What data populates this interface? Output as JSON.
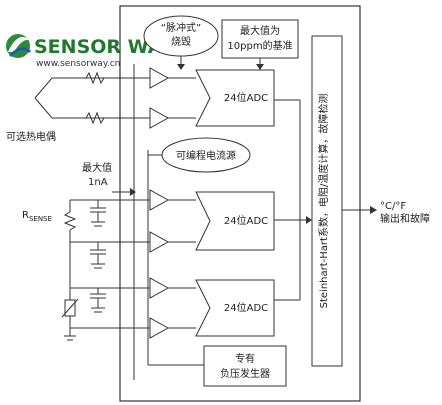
{
  "logo": {
    "brand": "SENSOR WAY",
    "url": "www.sensorway.cn",
    "colors": {
      "green": "#2e8b3a",
      "blue": "#1f5fa8"
    }
  },
  "labels": {
    "pulse_1": "“脉冲式”",
    "pulse_2": "烧毁",
    "ref_1": "最大值为",
    "ref_2": "10ppm的基准",
    "thermocouple": "可选热电偶",
    "current_source": "可编程电流源",
    "max_1": "最大值",
    "max_2": "1nA",
    "rsense": "R",
    "rsense_sub": "SENSE",
    "adc_1": "24位ADC",
    "adc_2": "24位ADC",
    "adc_3": "24位ADC",
    "processor": "Steinhart-Hart系数，电阻/温度计算，故障检测",
    "output_1": "°C/°F",
    "output_2": "输出和故障",
    "neg_1": "专有",
    "neg_2": "负压发生器"
  },
  "colors": {
    "stroke": "#333333",
    "fill": "#ffffff"
  }
}
